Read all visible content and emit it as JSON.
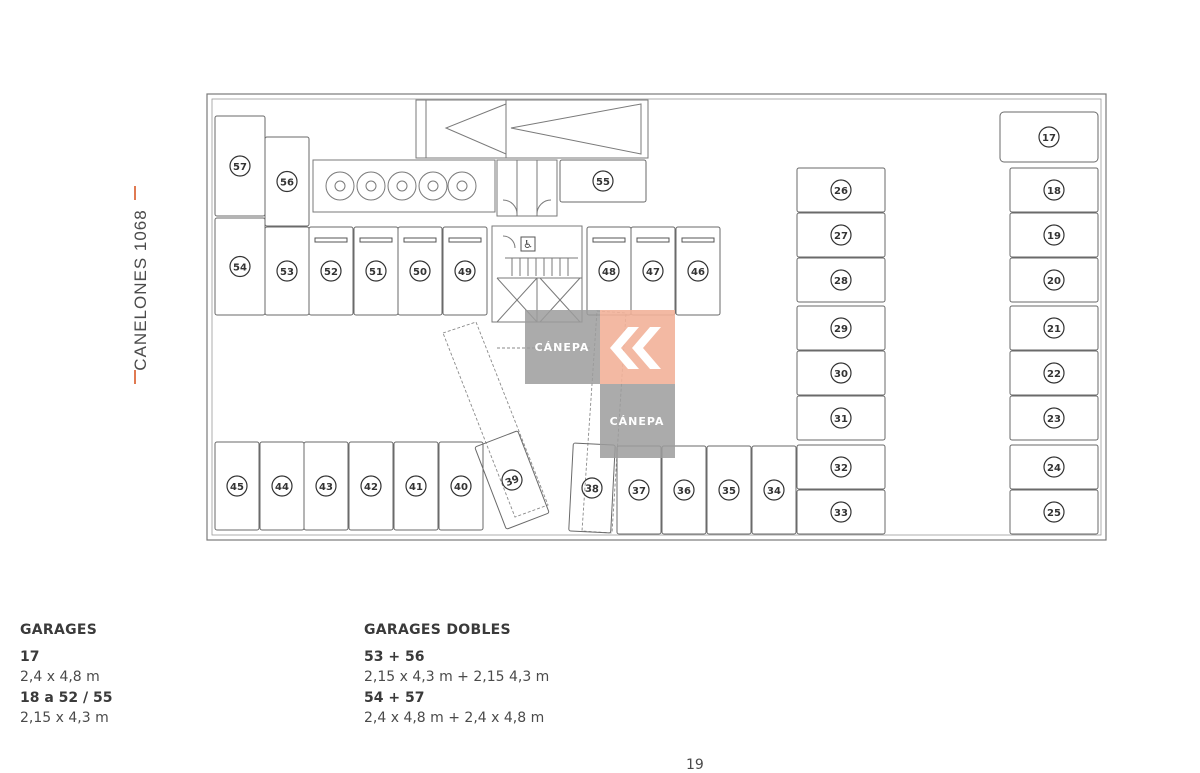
{
  "street_label": "CANELONES 1068",
  "brand": {
    "name": "CÁNEPA",
    "accent": "#f2b199",
    "gray": "#9c9c9c"
  },
  "spots": [
    "17",
    "18",
    "19",
    "20",
    "21",
    "22",
    "23",
    "24",
    "25",
    "26",
    "27",
    "28",
    "29",
    "30",
    "31",
    "32",
    "33",
    "34",
    "35",
    "36",
    "37",
    "38",
    "39",
    "40",
    "41",
    "42",
    "43",
    "44",
    "45",
    "46",
    "47",
    "48",
    "49",
    "50",
    "51",
    "52",
    "53",
    "54",
    "55",
    "56",
    "57"
  ],
  "legend": {
    "garages": {
      "title": "GARAGES",
      "items": [
        {
          "code": "17",
          "dims": "2,4 x 4,8 m"
        },
        {
          "code": "18 a 52 / 55",
          "dims": "2,15 x 4,3 m"
        }
      ]
    },
    "dobles": {
      "title": "GARAGES DOBLES",
      "items": [
        {
          "code": "53 + 56",
          "dims": "2,15 x 4,3 m + 2,15   4,3 m"
        },
        {
          "code": "54 + 57",
          "dims": "2,4 x 4,8 m + 2,4 x 4,8 m"
        }
      ]
    }
  },
  "page_number": "19"
}
